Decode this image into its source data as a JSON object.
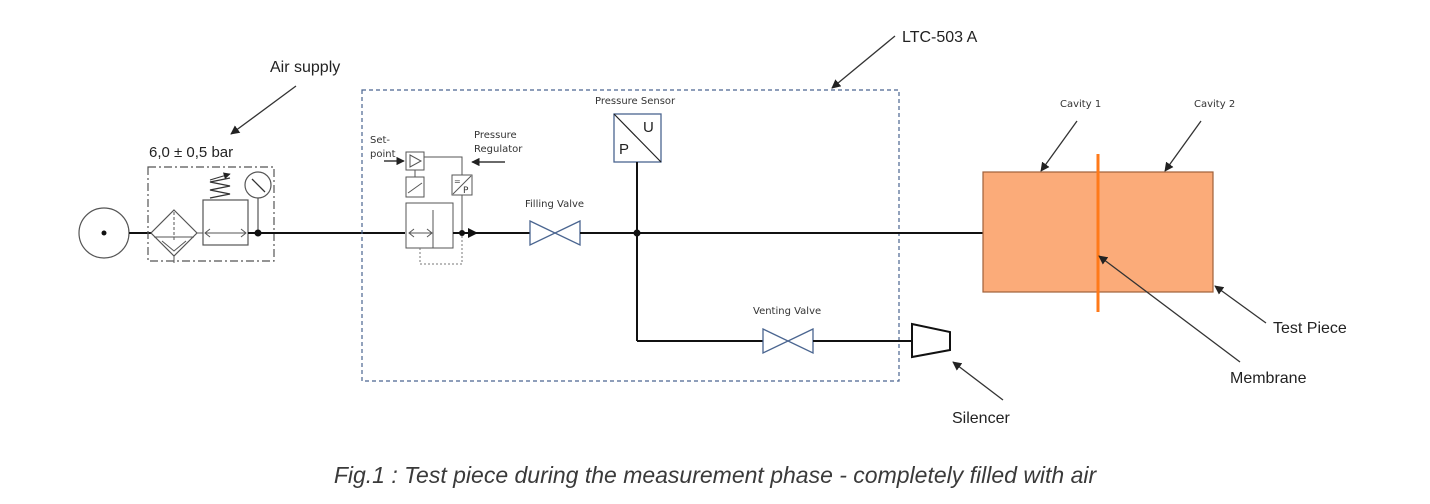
{
  "diagram": {
    "labels": {
      "air_supply": "Air supply",
      "pressure_spec": "6,0  ± 0,5 bar",
      "ltc": "LTC-503 A",
      "setpoint_line1": "Set-",
      "setpoint_line2": "point",
      "pressure_regulator_line1": "Pressure",
      "pressure_regulator_line2": "Regulator",
      "pressure_sensor": "Pressure Sensor",
      "sensor_u": "U",
      "sensor_p": "P",
      "converter_eq": "=",
      "converter_p": "P",
      "filling_valve": "Filling Valve",
      "venting_valve": "Venting Valve",
      "silencer": "Silencer",
      "cavity1": "Cavity 1",
      "cavity2": "Cavity 2",
      "test_piece": "Test Piece",
      "membrane": "Membrane"
    },
    "caption": "Fig.1 : Test piece during the measurement phase - completely filled with air",
    "colors": {
      "line": "#111111",
      "valve": "#4a6590",
      "dashed_box": "#4a6590",
      "test_piece_fill": "#fbab79",
      "test_piece_border": "#a0603a",
      "membrane": "#ff7a1a",
      "leader": "#333333"
    }
  }
}
